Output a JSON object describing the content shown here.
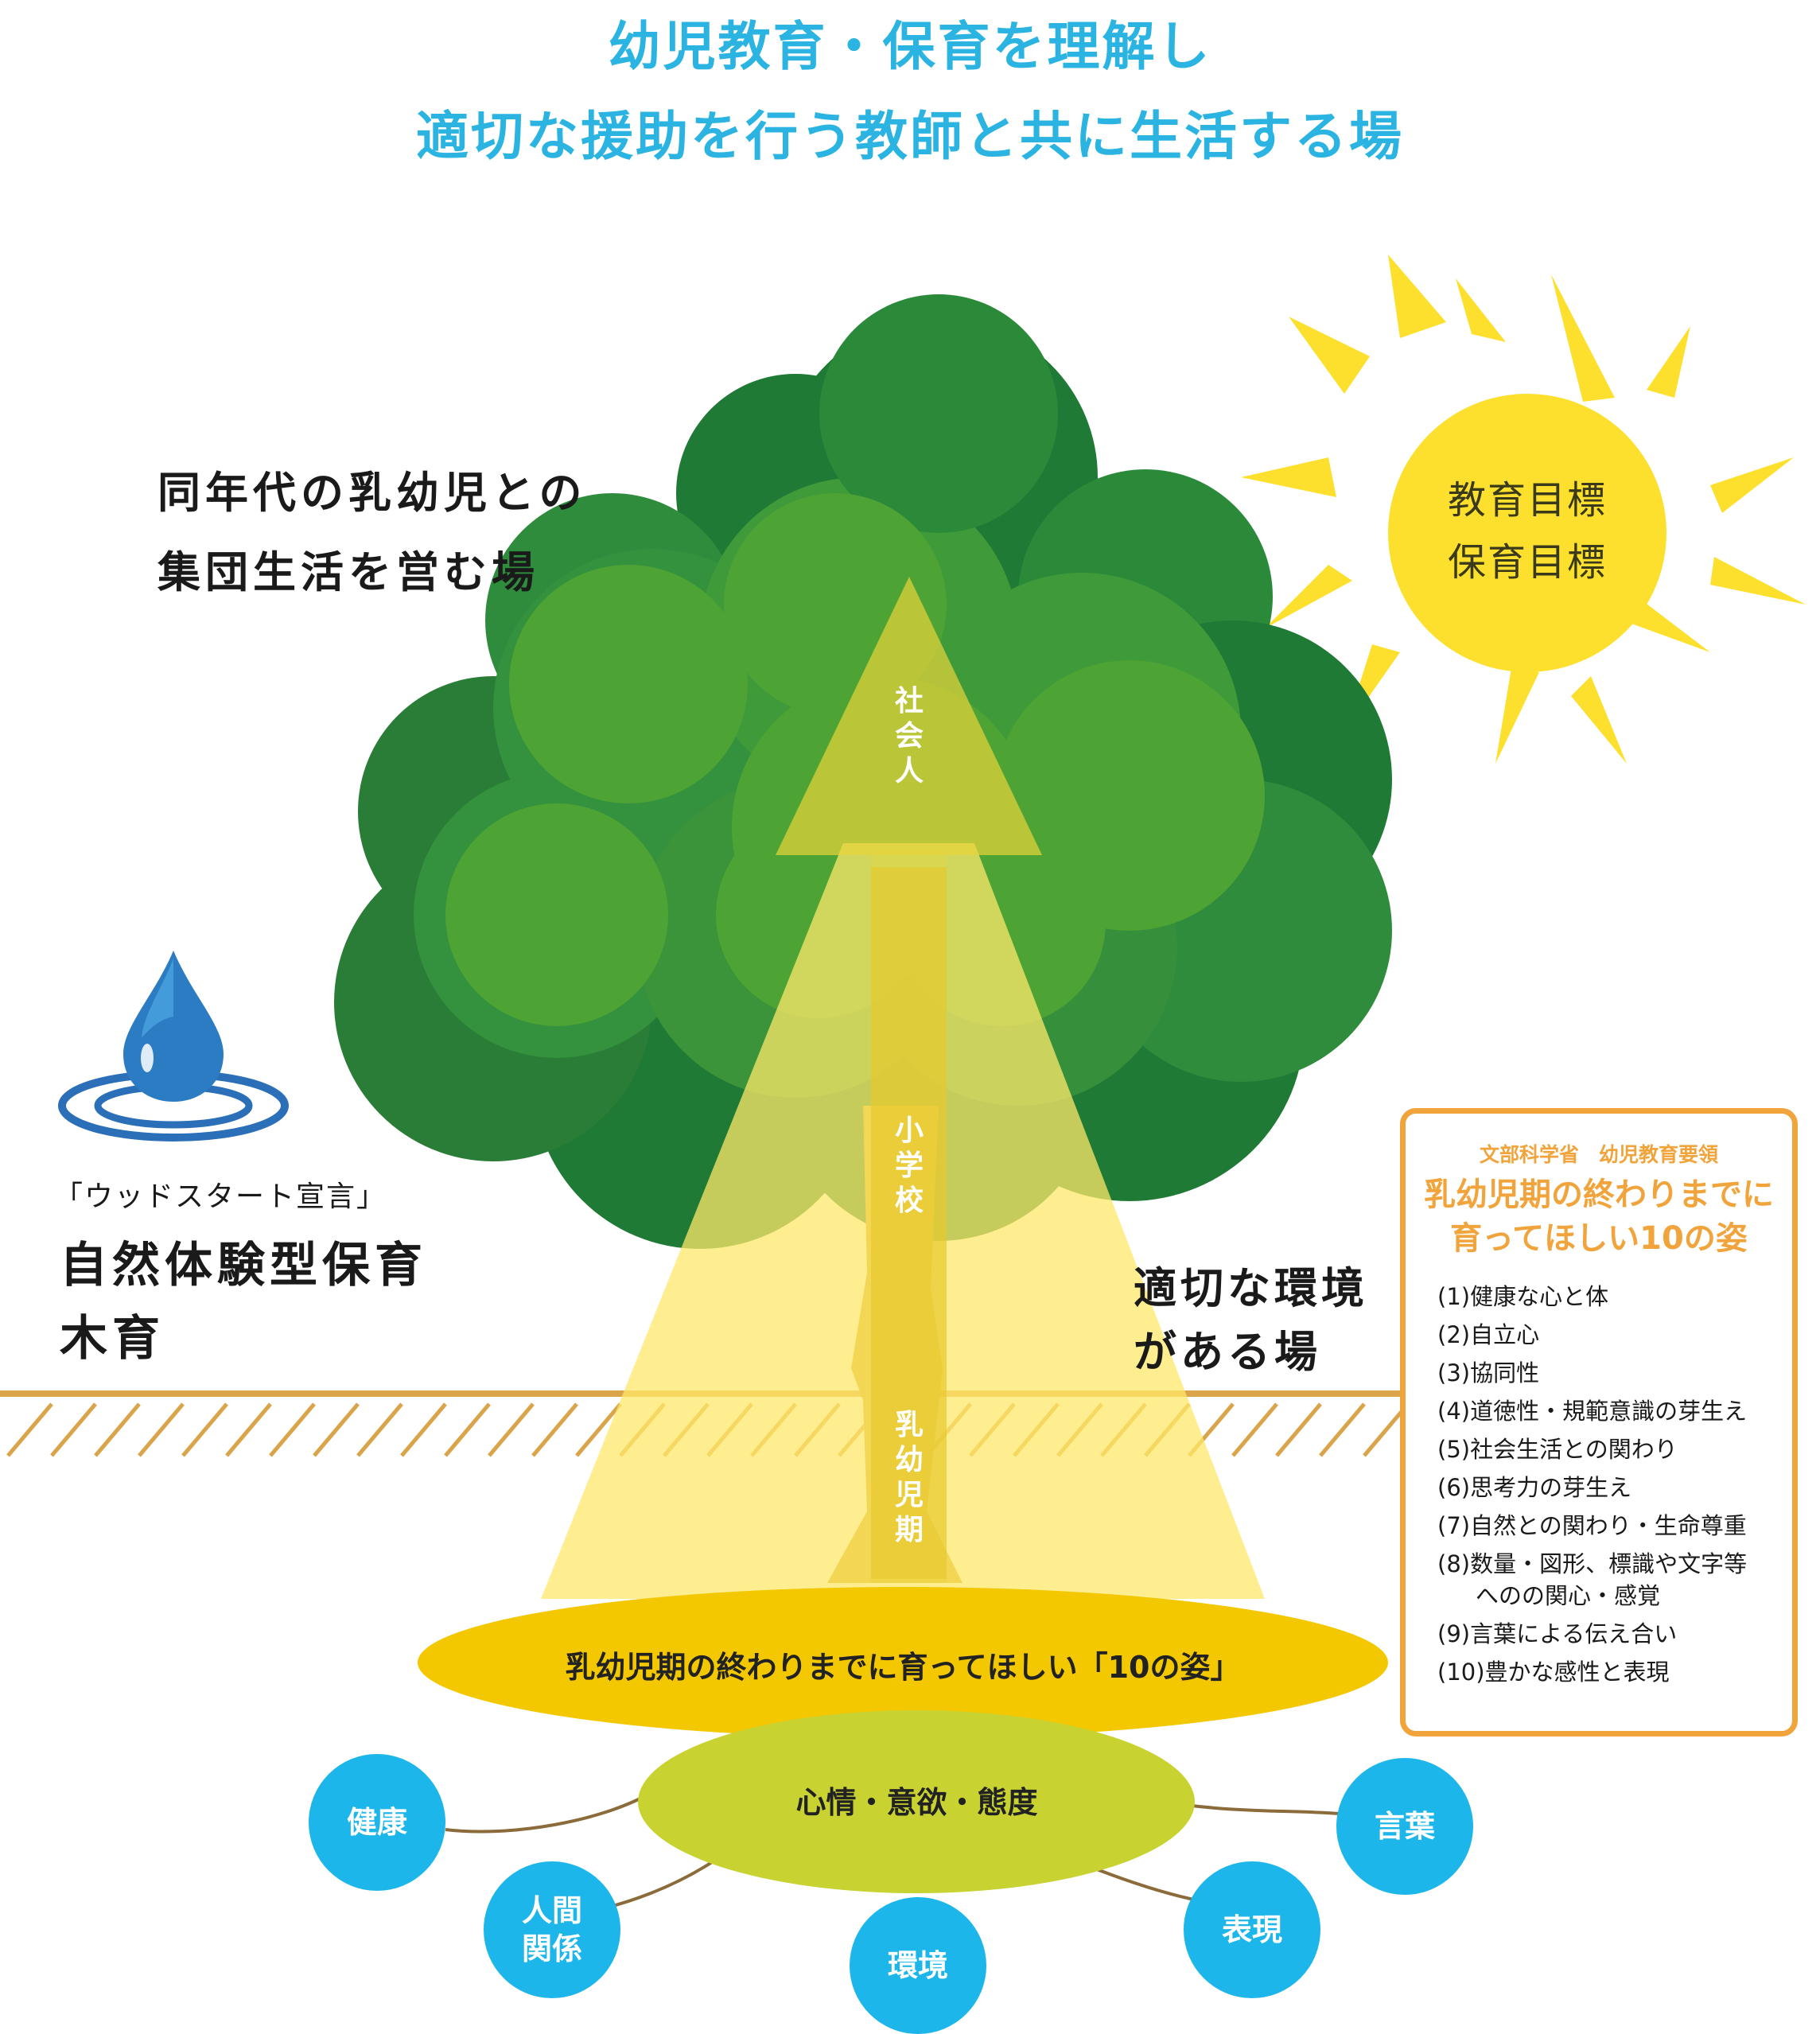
{
  "title": {
    "line1": "幼児教育・保育を理解し",
    "line2": "適切な援助を行う教師と共に生活する場"
  },
  "captions": {
    "group_life_line1": "同年代の乳幼児との",
    "group_life_line2": "集団生活を営む場",
    "environment_line1": "適切な環境",
    "environment_line2": "がある場",
    "woodstart_declaration": "「ウッドスタート宣言」",
    "nature_childcare": "自然体験型保育",
    "mokuiku": "木育"
  },
  "sun": {
    "line1": "教育目標",
    "line2": "保育目標"
  },
  "arrow_labels": {
    "top": "社会人",
    "middle": "小学校",
    "bottom": "乳幼児期"
  },
  "ellipses": {
    "ten_figures": "乳幼児期の終わりまでに育ってほしい「10の姿」",
    "attitude": "心情・意欲・態度"
  },
  "domains": {
    "health": "健康",
    "relations_line1": "人間",
    "relations_line2": "関係",
    "environment": "環境",
    "expression": "表現",
    "language": "言葉"
  },
  "panel": {
    "subtitle": "文部科学省　幼児教育要領",
    "heading_line1": "乳幼児期の終わりまでに",
    "heading_line2": "育ってほしい10の姿",
    "items": [
      "(1)健康な心と体",
      "(2)自立心",
      "(3)協同性",
      "(4)道徳性・規範意識の芽生え",
      "(5)社会生活との関わり",
      "(6)思考力の芽生え",
      "(7)自然との関わり・生命尊重",
      "(8)数量・図形、標識や文字等",
      "へのの関心・感覚",
      "(9)言葉による伝え合い",
      "(10)豊かな感性と表現"
    ]
  },
  "colors": {
    "title": "#2bb4e2",
    "tree_dark": "#1f7a35",
    "tree_mid": "#2e8c3c",
    "tree_light": "#4ea335",
    "sun": "#fde02e",
    "ground": "#d9a44a",
    "ellipse_gold": "#f4c800",
    "ellipse_olive": "#c8d231",
    "circles": "#1cb6ea",
    "panel_border": "#f0a43b"
  },
  "icons": {
    "water": "water-drop-icon",
    "sun": "sun-icon",
    "tree": "tree-icon"
  }
}
